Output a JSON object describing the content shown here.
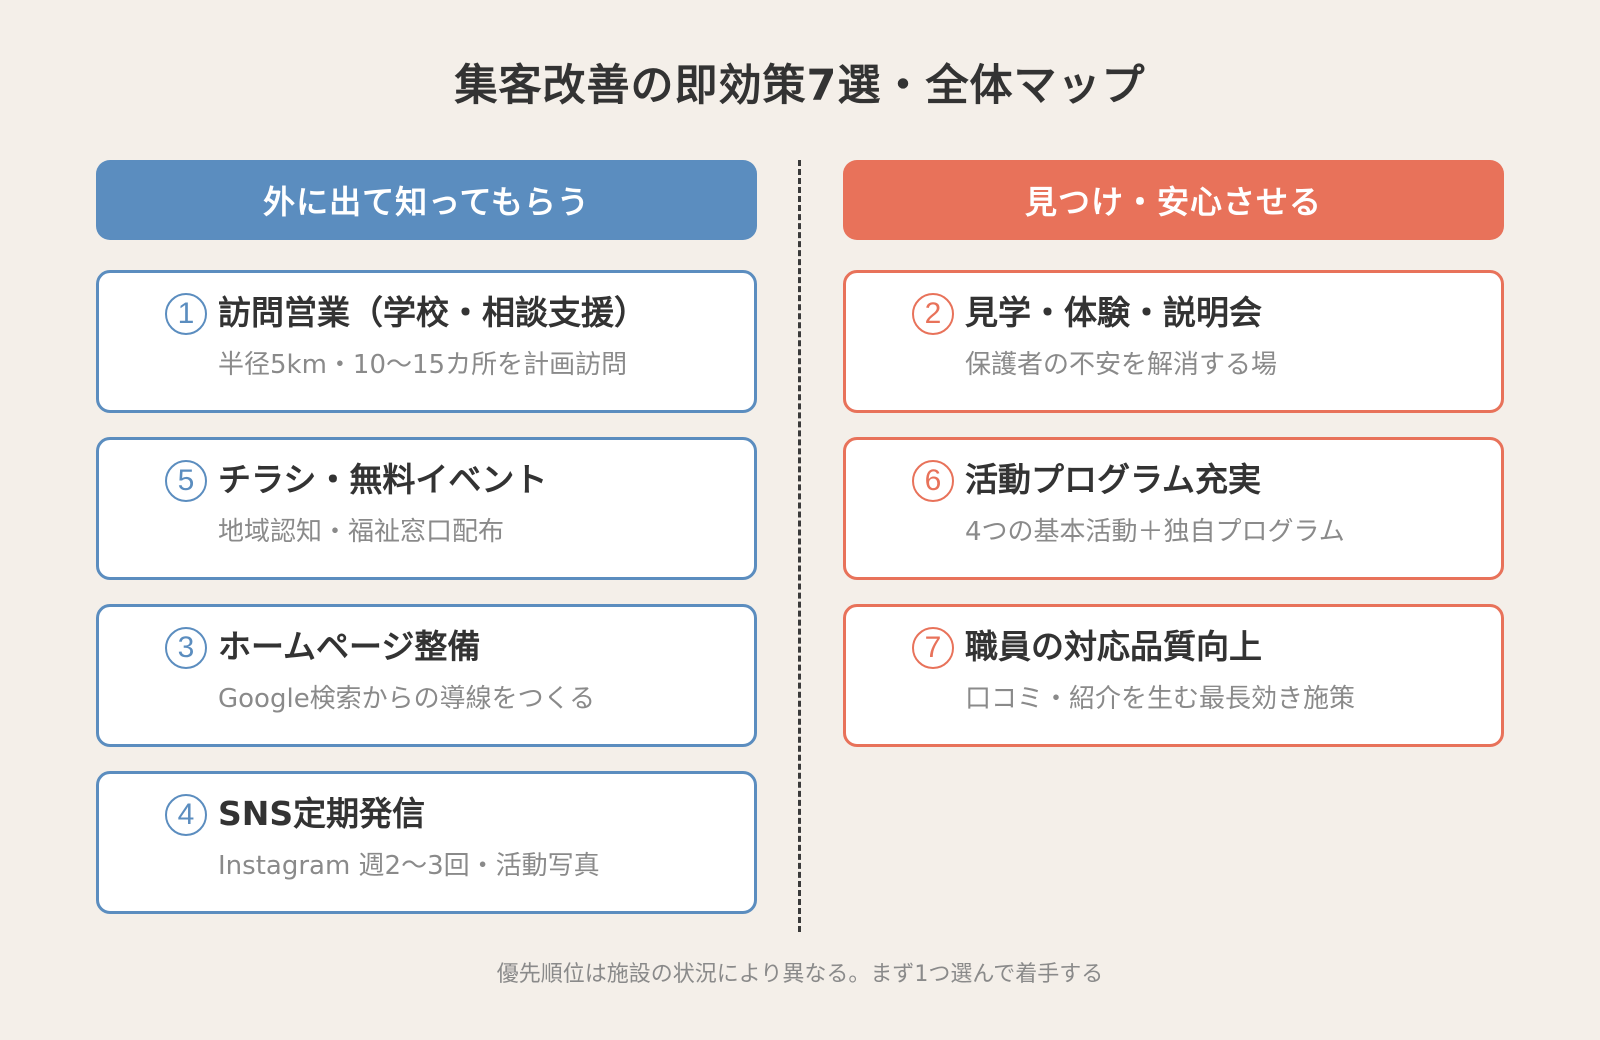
{
  "title": "集客改善の即効策7選・全体マップ",
  "colors": {
    "background": "#F4EFE9",
    "left_accent": "#5B8DBF",
    "right_accent": "#E8725A",
    "title_text": "#333333",
    "sub_text": "#8a8a8a"
  },
  "columns": {
    "left": {
      "header": "外に出て知ってもらう",
      "cards": [
        {
          "num": "1",
          "title": "訪問営業（学校・相談支援）",
          "sub": "半径5km・10〜15カ所を計画訪問"
        },
        {
          "num": "5",
          "title": "チラシ・無料イベント",
          "sub": "地域認知・福祉窓口配布"
        },
        {
          "num": "3",
          "title": "ホームページ整備",
          "sub": "Google検索からの導線をつくる"
        },
        {
          "num": "4",
          "title": "SNS定期発信",
          "sub": "Instagram 週2〜3回・活動写真"
        }
      ]
    },
    "right": {
      "header": "見つけ・安心させる",
      "cards": [
        {
          "num": "2",
          "title": "見学・体験・説明会",
          "sub": "保護者の不安を解消する場"
        },
        {
          "num": "6",
          "title": "活動プログラム充実",
          "sub": "4つの基本活動＋独自プログラム"
        },
        {
          "num": "7",
          "title": "職員の対応品質向上",
          "sub": "口コミ・紹介を生む最長効き施策"
        }
      ]
    }
  },
  "footer": "優先順位は施設の状況により異なる。まず1つ選んで着手する"
}
